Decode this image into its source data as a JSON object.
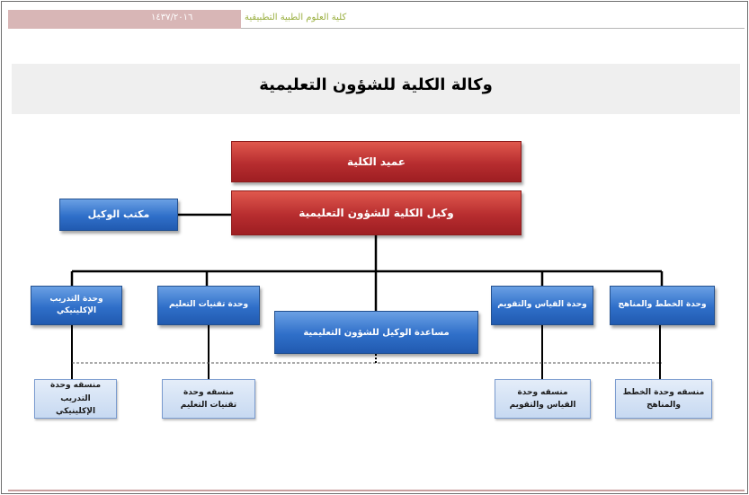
{
  "header": {
    "college": "كلية العلوم الطبية التطبيقية",
    "year": "١٤٣٧/٢٠١٦"
  },
  "title": "وكالة الكلية للشؤون التعليمية",
  "org": {
    "dean": "عميد الكلية",
    "vice_dean": "وكيل الكلية للشؤون التعليمية",
    "vice_office": "مكتب الوكيل",
    "assistant": "مساعدة الوكيل للشؤون التعليمية",
    "units": [
      "وحدة الخطط والمناهج",
      "وحدة القياس والتقويم",
      "وحدة تقنيات التعليم",
      "وحدة التدريب الإكلينيكي"
    ],
    "coordinators": [
      "منسقه وحدة الخطط والمناهج",
      "منسقه وحدة القياس والتقويم",
      "منسقه وحدة تقنيات التعليم",
      "منسقه وحدة التدريب الإكلينيكي"
    ]
  },
  "colors": {
    "red_box": "#b72d2f",
    "blue_box": "#2f6fc9",
    "light_box": "#c7d9f1",
    "header_band": "#d8b6b6",
    "header_text": "#9bb042"
  }
}
